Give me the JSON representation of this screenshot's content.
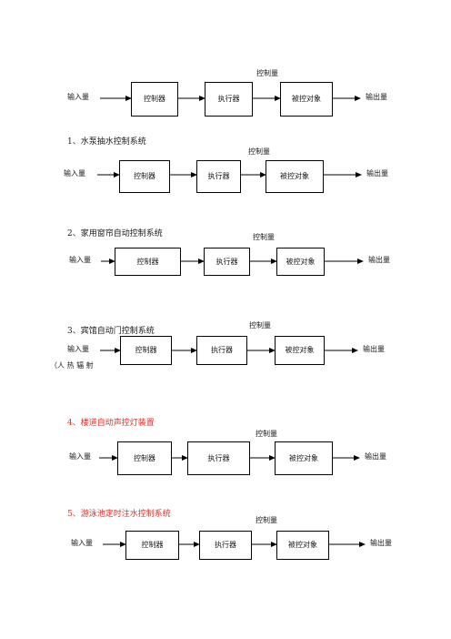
{
  "diagrams": [
    {
      "title": "",
      "title_color": "",
      "top": "控制量",
      "input": "输入量",
      "input_note": "",
      "blocks": [
        "控制器",
        "执行器",
        "被控对象"
      ],
      "output": "输出量"
    },
    {
      "title": "1、水泵抽水控制系统",
      "title_color": "#1a1a1a",
      "top": "控制量",
      "input": "输入量",
      "input_note": "",
      "blocks": [
        "控制器",
        "执行器",
        "被控对象"
      ],
      "output": "输出量"
    },
    {
      "title": "2、家用窗帘自动控制系统",
      "title_color": "#1a1a1a",
      "top": "控制量",
      "input": "输入量",
      "input_note": "",
      "blocks": [
        "控制器",
        "执行器",
        "被控对象"
      ],
      "output": "输出量"
    },
    {
      "title": "3、宾馆自动门控制系统",
      "title_color": "#1a1a1a",
      "top": "控制量",
      "input": "输入量",
      "input_note": "（人 热 辐 射",
      "blocks": [
        "控制器",
        "执行器",
        "被控对象"
      ],
      "output": "输出量"
    },
    {
      "title": "4、楼道自动声控灯装置",
      "title_color": "#e0302a",
      "top": "控制量",
      "input": "输入量",
      "input_note": "",
      "blocks": [
        "控制器",
        "执行器",
        "被控对象"
      ],
      "output": "输出量"
    },
    {
      "title": "5、游泳池定时注水控制系统",
      "title_color": "#e0302a",
      "top": "控制量",
      "input": "输入量",
      "input_note": "",
      "blocks": [
        "控制器",
        "执行器",
        "被控对象"
      ],
      "output": "输出量"
    }
  ]
}
